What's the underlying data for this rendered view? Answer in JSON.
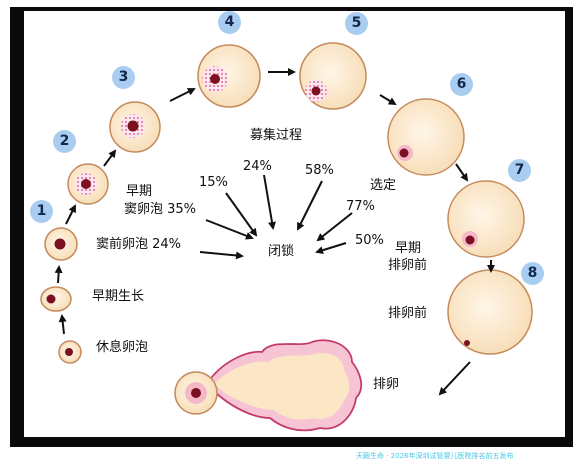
{
  "stages": {
    "1": "1",
    "2": "2",
    "3": "3",
    "4": "4",
    "5": "5",
    "6": "6",
    "7": "7",
    "8": "8"
  },
  "labels": {
    "resting": "休息卵泡",
    "early_growth": "早期生长",
    "preantral": "窦前卵泡 24%",
    "early_antral_1": "早期",
    "early_antral_2": "窦卵泡 35%",
    "recruitment": "募集过程",
    "pct_15": "15%",
    "pct_24": "24%",
    "pct_58": "58%",
    "pct_77": "77%",
    "pct_50": "50%",
    "atresia": "闭锁",
    "selection": "选定",
    "early_preovulatory_1": "早期",
    "early_preovulatory_2": "排卵前",
    "preovulatory": "排卵前",
    "ovulation": "排卵"
  },
  "watermark": "天籁生命 · 2026年深圳试管婴儿医院排名前五发布",
  "colors": {
    "follicle_fill": "#fbe8c9",
    "follicle_stroke": "#c48a5b",
    "oocyte": "#7a1020",
    "cumulus": "#f0a0b8",
    "corpus": "#f6c7d6",
    "badge": "#a9cdf0",
    "arrow": "#111111"
  }
}
